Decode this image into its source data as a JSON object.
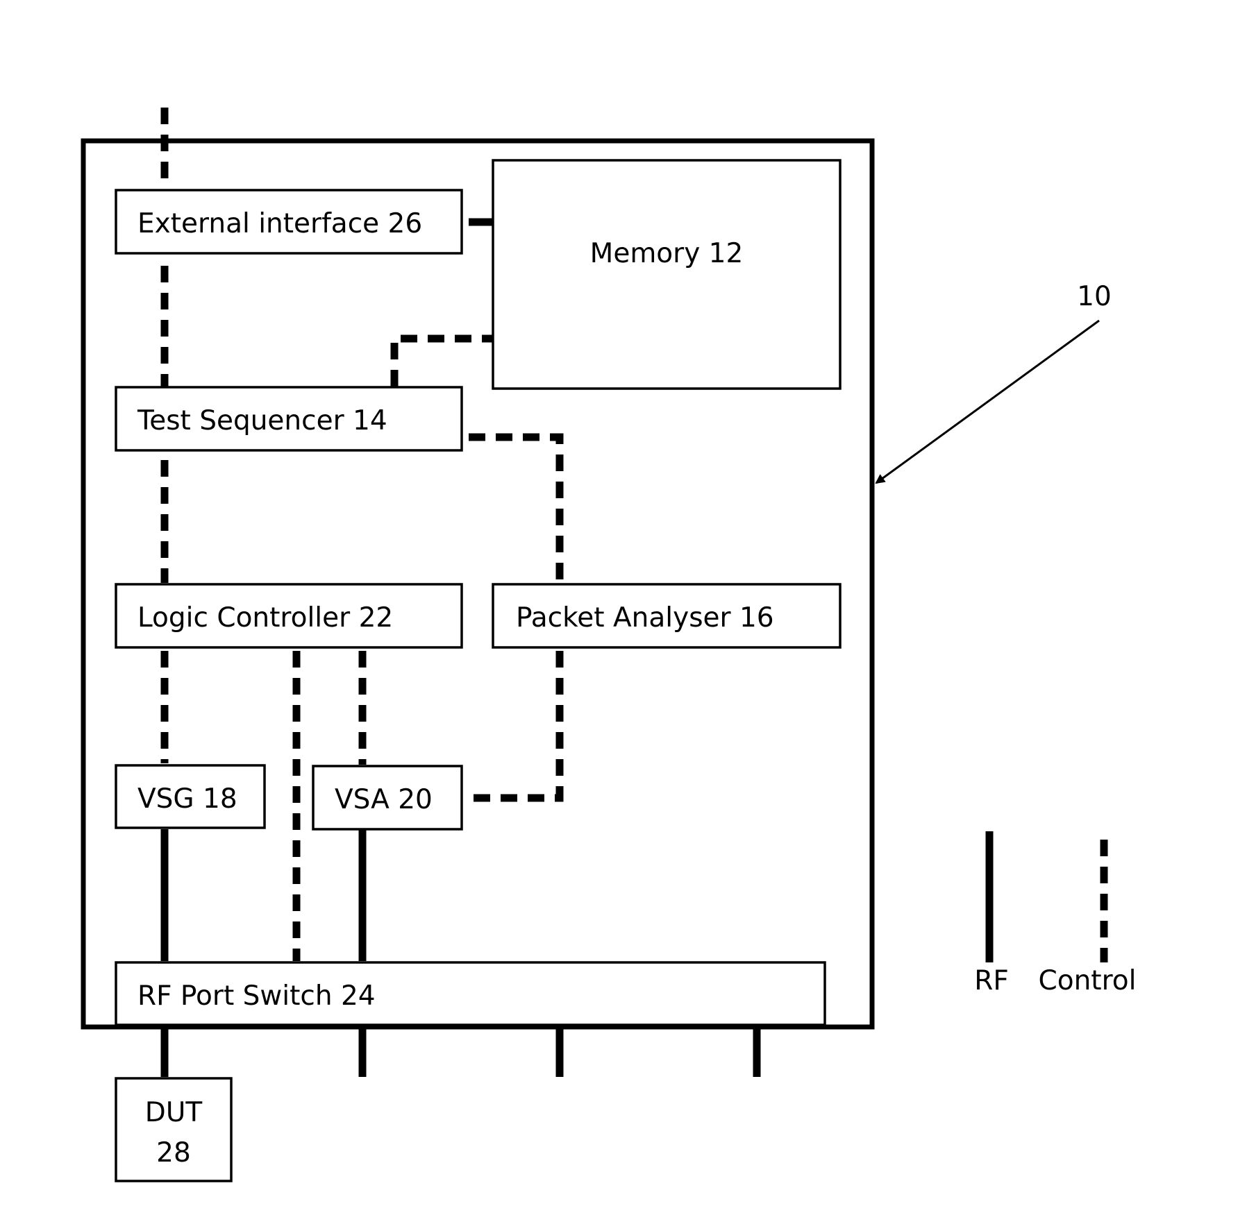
{
  "device_ref": "10",
  "blocks": {
    "external_interface": "External interface 26",
    "memory": "Memory 12",
    "test_sequencer": "Test Sequencer 14",
    "logic_controller": "Logic Controller 22",
    "packet_analyser": "Packet Analyser 16",
    "vsg": "VSG 18",
    "vsa": "VSA 20",
    "rf_port_switch": "RF Port Switch 24",
    "dut_line1": "DUT",
    "dut_line2": "28"
  },
  "legend": {
    "rf": "RF",
    "control": "Control"
  }
}
